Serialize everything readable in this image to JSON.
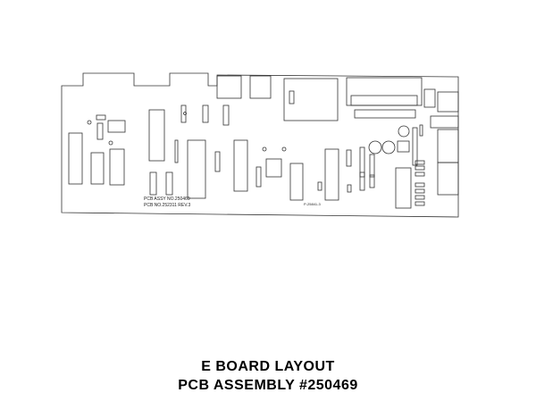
{
  "caption": {
    "line1": "E BOARD LAYOUT",
    "line2": "PCB ASSEMBLY #250469"
  },
  "board": {
    "assy_label": "PCB ASSY NO.250469",
    "pcb_label": "PCB NO.252311 REV.3",
    "part_code": "P-25841-3"
  }
}
